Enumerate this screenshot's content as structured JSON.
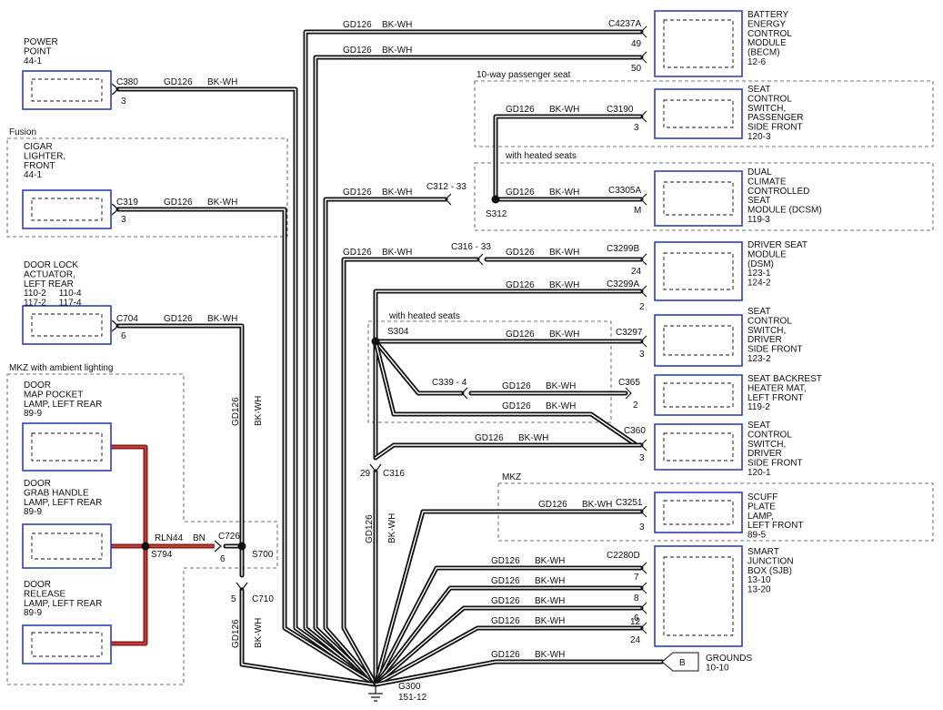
{
  "diagram": {
    "wire_labels": {
      "circuit": "GD126",
      "color": "BK-WH",
      "red_circuit": "RLN44",
      "red_color": "BN"
    },
    "components": {
      "power_point": {
        "lines": [
          "POWER",
          "POINT",
          "44-1"
        ]
      },
      "cigar_lighter": {
        "lines": [
          "CIGAR",
          "LIGHTER,",
          "FRONT",
          "44-1"
        ]
      },
      "door_lock": {
        "lines": [
          "DOOR LOCK",
          "ACTUATOR,",
          "LEFT REAR",
          "110-2     110-4",
          "117-2     117-4"
        ]
      },
      "map_pocket": {
        "lines": [
          "DOOR",
          "MAP POCKET",
          "LAMP, LEFT REAR",
          "89-9"
        ]
      },
      "grab_handle": {
        "lines": [
          "DOOR",
          "GRAB HANDLE",
          "LAMP, LEFT REAR",
          "89-9"
        ]
      },
      "door_release": {
        "lines": [
          "DOOR",
          "RELEASE",
          "LAMP, LEFT REAR",
          "89-9"
        ]
      },
      "becm": {
        "lines": [
          "BATTERY",
          "ENERGY",
          "CONTROL",
          "MODULE",
          "(BECM)",
          "12-6"
        ]
      },
      "seat_switch_pass": {
        "lines": [
          "SEAT",
          "CONTROL",
          "SWITCH,",
          "PASSENGER",
          "SIDE FRONT",
          "120-3"
        ]
      },
      "dcsm": {
        "lines": [
          "DUAL",
          "CLIMATE",
          "CONTROLLED",
          "SEAT",
          "MODULE (DCSM)",
          "119-3"
        ]
      },
      "dsm": {
        "lines": [
          "DRIVER SEAT",
          "MODULE",
          "(DSM)",
          "123-1",
          "124-2"
        ]
      },
      "seat_switch_driver_1": {
        "lines": [
          "SEAT",
          "CONTROL",
          "SWITCH,",
          "DRIVER",
          "SIDE FRONT",
          "123-2"
        ]
      },
      "backrest_heater": {
        "lines": [
          "SEAT BACKREST",
          "HEATER MAT,",
          "LEFT FRONT",
          "119-2"
        ]
      },
      "seat_switch_driver_2": {
        "lines": [
          "SEAT",
          "CONTROL",
          "SWITCH,",
          "DRIVER",
          "SIDE FRONT",
          "120-1"
        ]
      },
      "scuff_plate": {
        "lines": [
          "SCUFF",
          "PLATE",
          "LAMP,",
          "LEFT FRONT",
          "89-5"
        ]
      },
      "sjb": {
        "lines": [
          "SMART",
          "JUNCTION",
          "BOX (SJB)",
          "13-10",
          "13-20"
        ]
      },
      "grounds": {
        "letter": "B",
        "lines": [
          "GROUNDS",
          "10-10"
        ]
      }
    },
    "groups": {
      "fusion": "Fusion",
      "mkz_ambient": "MKZ with ambient lighting",
      "passenger_seat": "10-way passenger seat",
      "heated_seats_1": "with heated seats",
      "heated_seats_2": "with heated seats",
      "mkz": "MKZ"
    },
    "connectors": {
      "c380": "C380",
      "c380_pin": "3",
      "c319": "C319",
      "c319_pin": "3",
      "c704": "C704",
      "c704_pin": "6",
      "c726": "C726",
      "c726_pin": "6",
      "c710": "C710",
      "c710_pin": "5",
      "c4237a": "C4237A",
      "c4237a_pin1": "49",
      "c4237a_pin2": "50",
      "c3190": "C3190",
      "c3190_pin": "3",
      "c3305a": "C3305A",
      "c3305a_pin": "M",
      "c312": "C312 - 33",
      "c316_33": "C316 - 33",
      "c3299b": "C3299B",
      "c3299b_pin": "24",
      "c3299a": "C3299A",
      "c3299a_pin": "2",
      "c3297": "C3297",
      "c3297_pin": "3",
      "c339": "C339 - 4",
      "c365": "C365",
      "c365_pin": "2",
      "c360": "C360",
      "c360_pin": "3",
      "c316": "C316",
      "c316_pin": "29",
      "c3251": "C3251",
      "c3251_pin": "3",
      "c2280d": "C2280D",
      "sjb_pins": [
        "7",
        "8",
        "6",
        "12",
        "24"
      ]
    },
    "splices": {
      "s794": "S794",
      "s700": "S700",
      "s312": "S312",
      "s304": "S304"
    },
    "ground": {
      "name": "G300",
      "ref": "151-12"
    }
  }
}
